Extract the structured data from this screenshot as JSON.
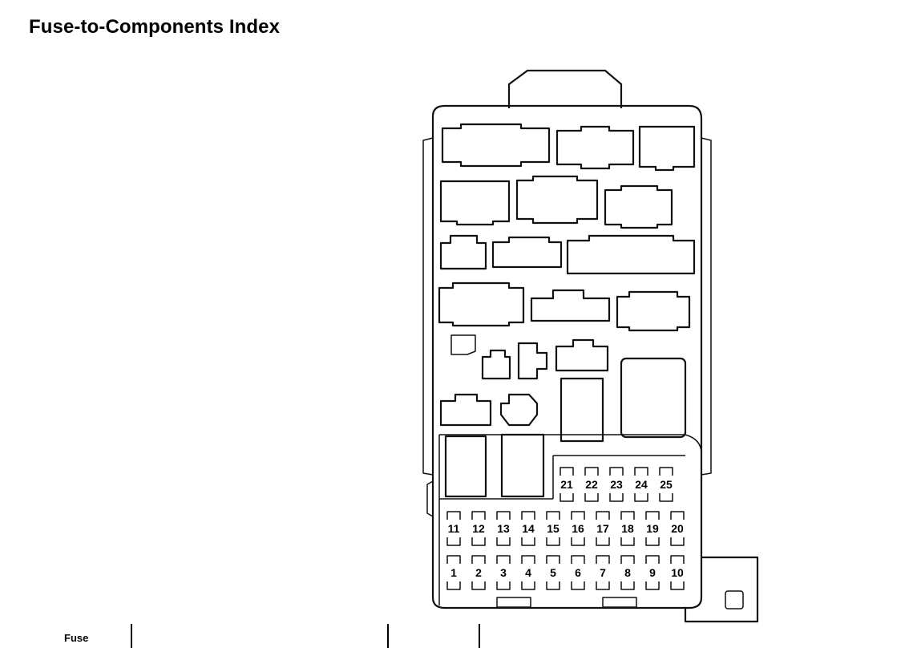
{
  "header": {
    "title": "Fuse-to-Components Index"
  },
  "diagram": {
    "fuse_rows": [
      {
        "row": "top",
        "labels": [
          "21",
          "22",
          "23",
          "24",
          "25"
        ]
      },
      {
        "row": "middle",
        "labels": [
          "11",
          "12",
          "13",
          "14",
          "15",
          "16",
          "17",
          "18",
          "19",
          "20"
        ]
      },
      {
        "row": "bottom",
        "labels": [
          "1",
          "2",
          "3",
          "4",
          "5",
          "6",
          "7",
          "8",
          "9",
          "10"
        ]
      }
    ]
  },
  "table": {
    "fuse_column_label": "Fuse"
  }
}
